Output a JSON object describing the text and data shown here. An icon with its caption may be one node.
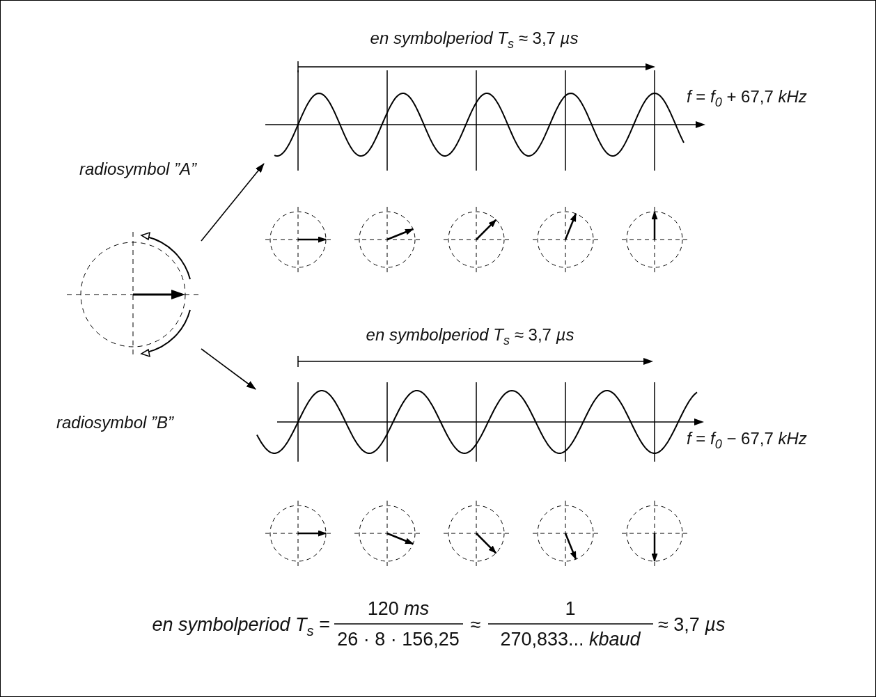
{
  "diagram": {
    "nodes": [
      {
        "text": [],
        "shape": "picture"
      },
      {
        "text": [],
        "shape": "picture"
      },
      {
        "text": [],
        "shape": "picture"
      }
    ],
    "edges": [
      {
        "from": 0,
        "to": 1,
        "arrow": "to"
      },
      {
        "from": 0,
        "to": 2,
        "arrow": "to"
      }
    ],
    "labels": [
      "*en symbolperiod T*$_{s}$ ≈ 3,7 *µs*",
      "*f* = *f*$_{0}$ + 67,7 *kHz*",
      "radiosymbol ”A”",
      "*en symbolperiod T*$_{s}$ ≈ 3,7 *µs*",
      "radiosymbol ”B”",
      "*f* = *f*$_{0}$ − 67,7 *kHz*",
      "*en symbolperiod T*$_{s}$ =",
      "120 *ms*",
      "26 · 8 · 156,25",
      "≈",
      "1",
      "270,833... *kbaud*",
      "≈ 3,7 *µs*"
    ]
  }
}
